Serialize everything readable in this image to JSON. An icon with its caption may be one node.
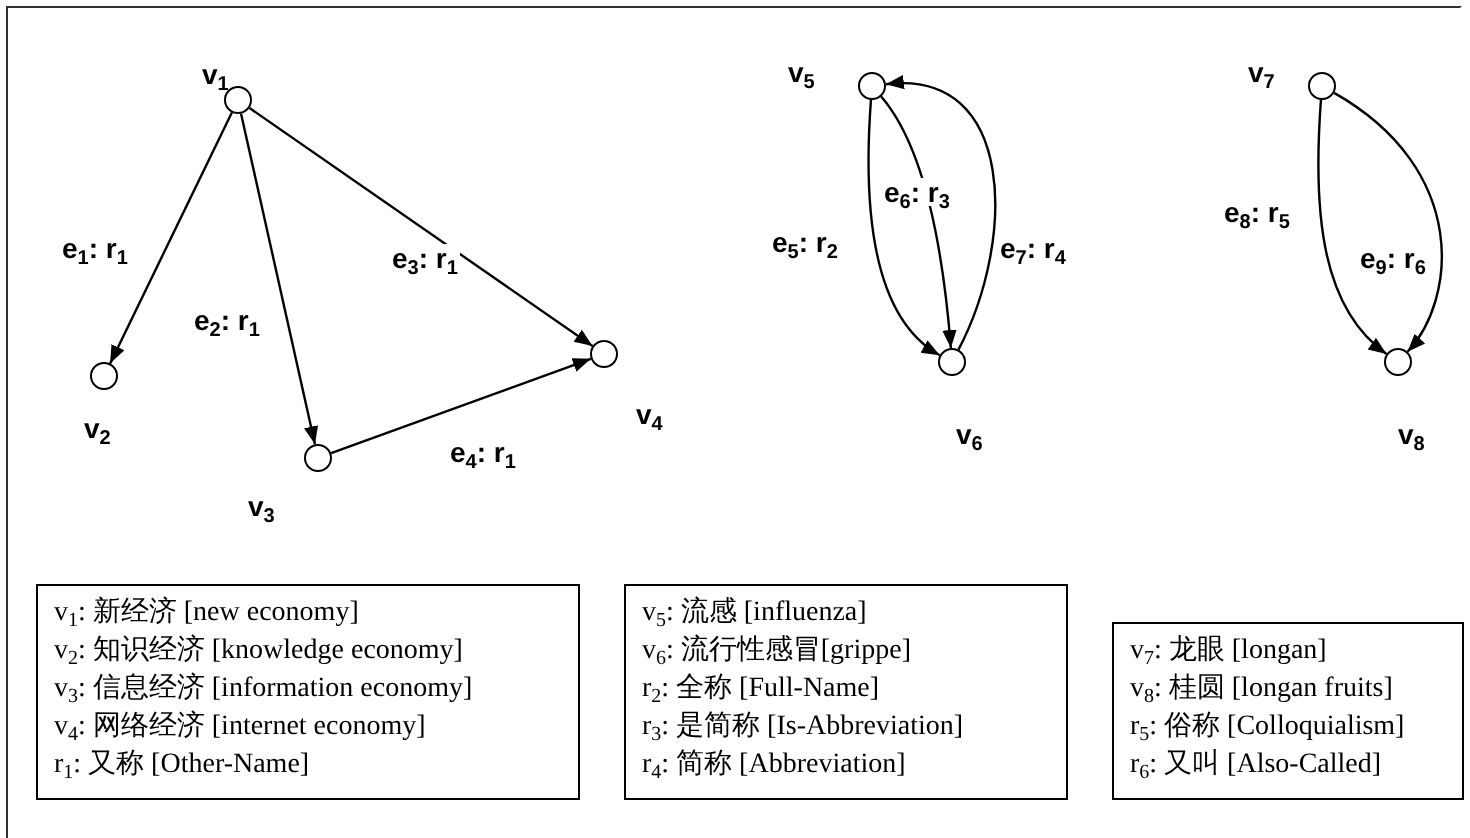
{
  "diagram": {
    "nodes": [
      {
        "text": [],
        "shape": "circle",
        "beside": [
          "v$_{1}$"
        ]
      },
      {
        "text": [],
        "shape": "circle",
        "beside": [
          "v$_{2}$"
        ]
      },
      {
        "text": [],
        "shape": "circle",
        "beside": [
          "v$_{3}$"
        ]
      },
      {
        "text": [],
        "shape": "circle",
        "beside": [
          "v$_{4}$"
        ]
      },
      {
        "text": [],
        "shape": "circle",
        "beside": [
          "v$_{5}$"
        ]
      },
      {
        "text": [],
        "shape": "circle",
        "beside": [
          "v$_{6}$"
        ]
      },
      {
        "text": [],
        "shape": "circle",
        "beside": [
          "v$_{7}$"
        ]
      },
      {
        "text": [],
        "shape": "circle",
        "beside": [
          "v$_{8}$"
        ]
      },
      {
        "text": [
          "v$_{1}$: 新经济 [new economy]",
          "v$_{2}$: 知识经济 [knowledge economy]",
          "v$_{3}$: 信息经济 [information economy]",
          "v$_{4}$: 网络经济 [internet economy]",
          "r$_{1}$: 又称 [Other-Name]"
        ]
      },
      {
        "text": [
          "v$_{5}$: 流感 [influenza]",
          "v$_{6}$: 流行性感冒[grippe]",
          "r$_{2}$: 全称 [Full-Name]",
          "r$_{3}$: 是简称 [Is-Abbreviation]",
          "r$_{4}$: 简称 [Abbreviation]"
        ]
      },
      {
        "text": [
          "v$_{7}$: 龙眼 [longan]",
          "v$_{8}$: 桂圆 [longan fruits]",
          "r$_{5}$: 俗称 [Colloquialism]",
          "r$_{6}$: 又叫 [Also-Called]"
        ]
      }
    ],
    "edges": [
      {
        "from": 0,
        "to": 1,
        "arrow": "to",
        "label": "e$_{1}$: r$_{1}$"
      },
      {
        "from": 0,
        "to": 2,
        "arrow": "to",
        "label": "e$_{2}$: r$_{1}$"
      },
      {
        "from": 0,
        "to": 3,
        "arrow": "to",
        "label": "e$_{3}$: r$_{1}$"
      },
      {
        "from": 2,
        "to": 3,
        "arrow": "to",
        "label": "e$_{4}$: r$_{1}$"
      },
      {
        "from": 4,
        "to": 5,
        "arrow": "to",
        "label": "e$_{5}$: r$_{2}$"
      },
      {
        "from": 4,
        "to": 5,
        "arrow": "to",
        "label": "e$_{6}$: r$_{3}$"
      },
      {
        "from": 5,
        "to": 4,
        "arrow": "to",
        "label": "e$_{7}$: r$_{4}$"
      },
      {
        "from": 6,
        "to": 7,
        "arrow": "to",
        "label": "e$_{8}$: r$_{5}$"
      },
      {
        "from": 6,
        "to": 7,
        "arrow": "to",
        "label": "e$_{9}$: r$_{6}$"
      }
    ]
  }
}
